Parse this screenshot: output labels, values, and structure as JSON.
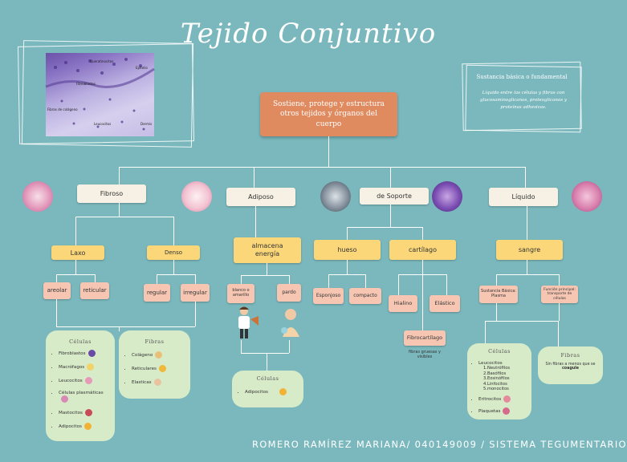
{
  "title": "Tejido Conjuntivo",
  "central": "Sostiene, protege y estructura otros tejidos y órganos del cuerpo",
  "photo_labels": [
    "Queratinocitos",
    "Fibroblastos",
    "Fibras de colágeno",
    "Epitelio",
    "Leucocitos",
    "Dermis"
  ],
  "sustancia": {
    "title": "Sustancia básica o fundamental",
    "text": "Líquido entre las células y fibras con glucosaminoglicanos, proteoglicanos y proteínas adhesivas."
  },
  "types": {
    "fibroso": "Fibroso",
    "adiposo": "Adiposo",
    "soporte": "de Soporte",
    "liquido": "Líquido"
  },
  "fibroso": {
    "laxo": "Laxo",
    "denso": "Denso",
    "areolar": "areolar",
    "reticular": "reticular",
    "regular": "regular",
    "irregular": "irregular",
    "celulas_title": "Células",
    "celulas": [
      "Fibroblastos",
      "Macrófagos",
      "Leucocitos",
      "Células plasmáticas",
      "Mastocitos",
      "Adipocitos"
    ],
    "fibras_title": "Fibras",
    "fibras": [
      "Colágeno",
      "Reticulares",
      "Elasticas"
    ]
  },
  "adiposo": {
    "almacena": "almacena energía",
    "blanco": "blanco o amarillo",
    "pardo": "pardo",
    "celulas_title": "Células",
    "celulas": [
      "Adipocitos"
    ]
  },
  "soporte": {
    "hueso": "hueso",
    "cartilago": "cartílago",
    "esponjoso": "Esponjoso",
    "compacto": "compacto",
    "hialino": "Hialino",
    "elastico": "Elástico",
    "fibrocartilago": "Fibrocartílago",
    "fibro_note": "fibras gruesas y visibles"
  },
  "liquido": {
    "sangre": "sangre",
    "sustancia": "Sustancia Básica: Plasma",
    "funcion": "Función principal: transporte de células",
    "celulas_title": "Células",
    "celulas": [
      "Leucocitos",
      "1.Neutrófilos",
      "2.Basófilos",
      "3.Eosinófilos",
      "4.Linfocitos",
      "5.monocitos",
      "Eritrocitos",
      "Plaquetas"
    ],
    "fibras_title": "Fibras",
    "fibras_text": "Sin fibras a menos que se",
    "fibras_bold": "coagule"
  },
  "footer": "ROMERO RAMÍREZ MARIANA/ 040149009 / SISTEMA TEGUMENTARIO",
  "colors": {
    "background": "#7ab8bd",
    "orange": "#e08a5f",
    "yellow": "#fbd779",
    "pink": "#f6c6b3",
    "cream": "#f6f1e4",
    "green": "#d8ebc9"
  }
}
